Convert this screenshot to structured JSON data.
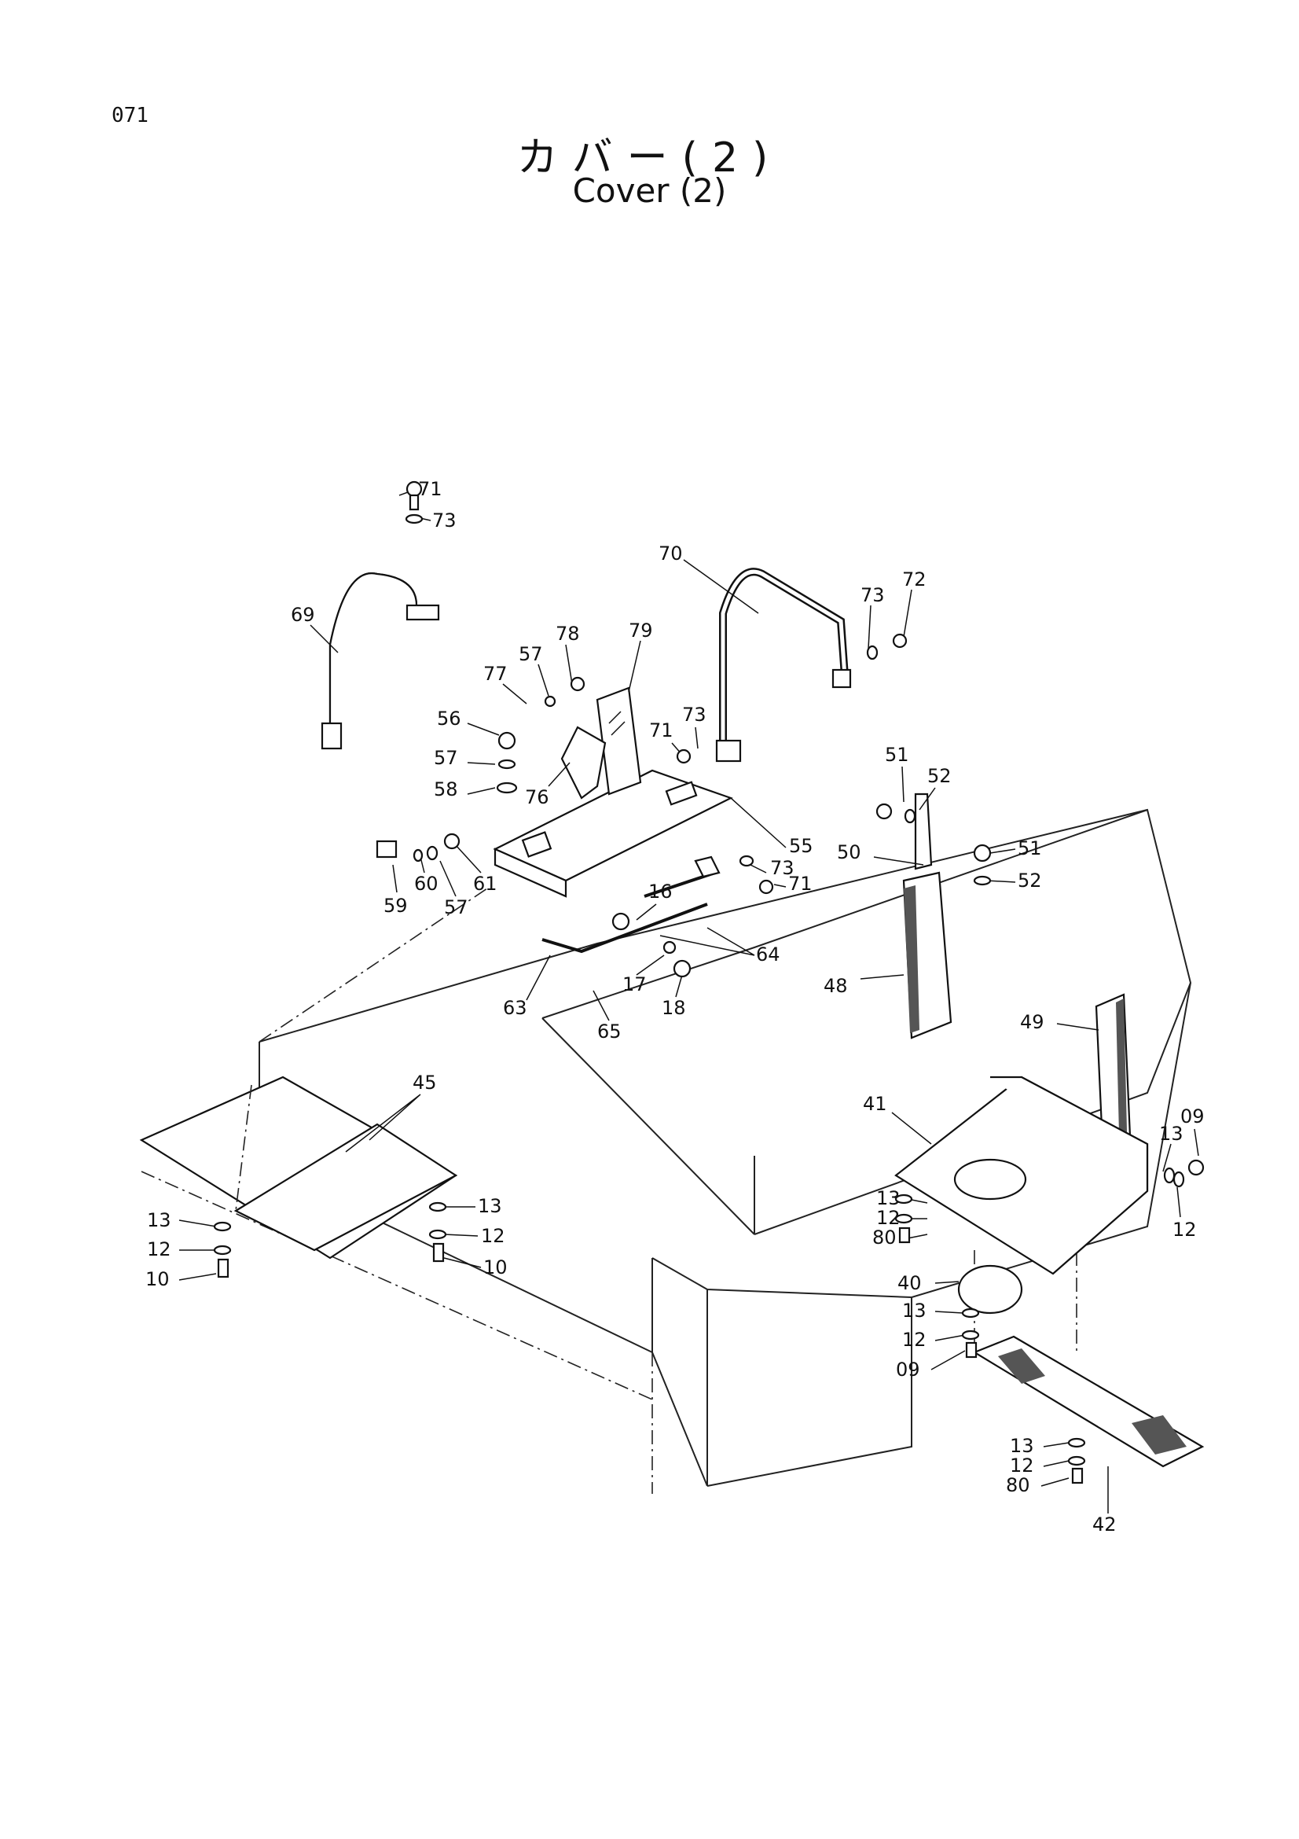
{
  "page_number": "071",
  "title_jp": "カバー(2)",
  "title_en": "Cover (2)",
  "callouts": {
    "c71a": "71",
    "c73a": "73",
    "c69": "69",
    "c70": "70",
    "c73b": "73",
    "c72": "72",
    "c78": "78",
    "c79": "79",
    "c57a": "57",
    "c77": "77",
    "c56": "56",
    "c57b": "57",
    "c58": "58",
    "c76": "76",
    "c71b": "71",
    "c73c": "73",
    "c51a": "51",
    "c52a": "52",
    "c55": "55",
    "c50": "50",
    "c51b": "51",
    "c52b": "52",
    "c73d": "73",
    "c71c": "71",
    "c16": "16",
    "c64": "64",
    "c59": "59",
    "c60": "60",
    "c57c": "57",
    "c61": "61",
    "c17": "17",
    "c18": "18",
    "c63": "63",
    "c65": "65",
    "c48": "48",
    "c49": "49",
    "c45": "45",
    "c41": "41",
    "c09a": "09",
    "c13a": "13",
    "c13b": "13",
    "c12a": "12",
    "c80a": "80",
    "c12b": "12",
    "c13c": "13",
    "c12c": "12",
    "c10a": "10",
    "c13d": "13",
    "c12d": "12",
    "c10b": "10",
    "c40": "40",
    "c13e": "13",
    "c12e": "12",
    "c09b": "09",
    "c13f": "13",
    "c12f": "12",
    "c80b": "80",
    "c42": "42"
  }
}
